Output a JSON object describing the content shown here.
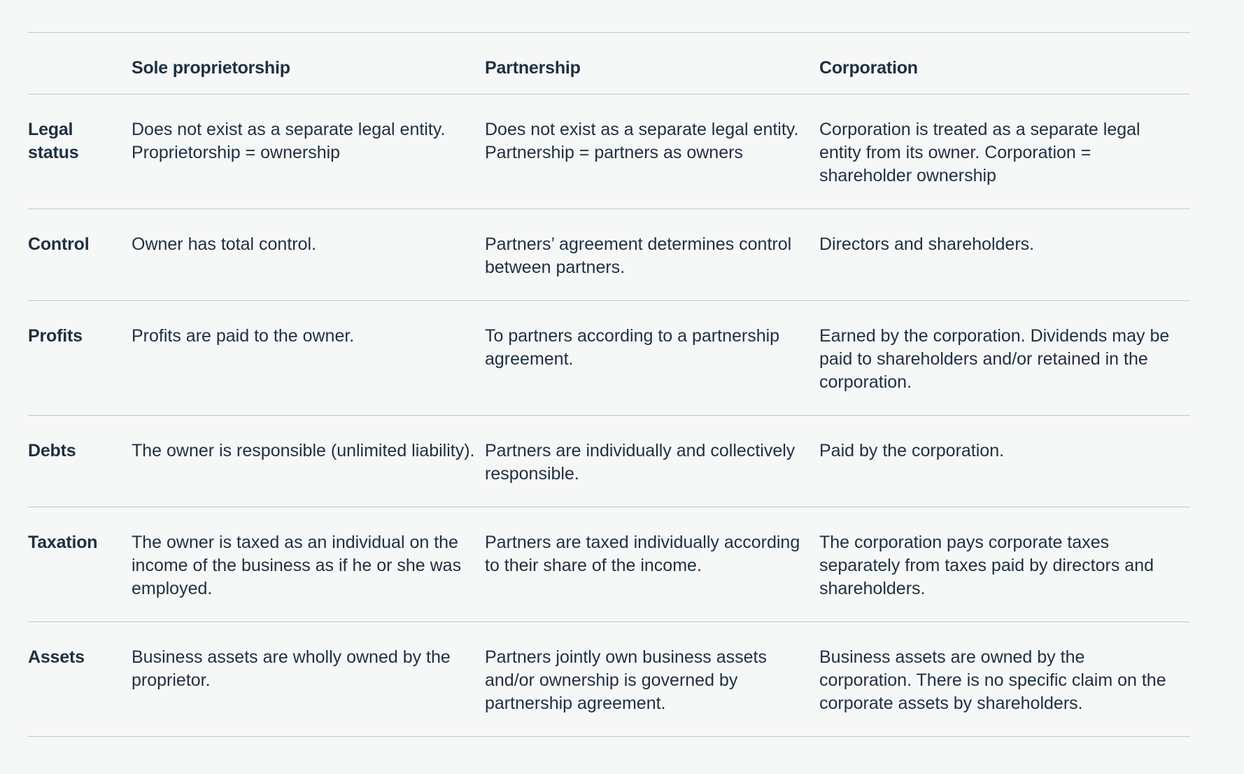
{
  "columns": [
    "",
    "Sole proprietorship",
    "Partnership",
    "Corporation"
  ],
  "rows": [
    {
      "label": "Legal status",
      "cells": [
        "Does not exist as a separate legal entity. Proprietorship = ownership",
        "Does not exist as a separate legal entity. Partnership = partners as owners",
        "Corporation is treated as a separate legal entity from its owner. Corporation = shareholder ownership"
      ]
    },
    {
      "label": "Control",
      "cells": [
        "Owner has total control.",
        "Partners’ agreement determines control between partners.",
        "Directors and shareholders."
      ]
    },
    {
      "label": "Profits",
      "cells": [
        "Profits are paid to the owner.",
        "To partners according to a partnership agreement.",
        "Earned by the corporation. Dividends may be paid to shareholders and/or retained in the corporation."
      ]
    },
    {
      "label": "Debts",
      "cells": [
        "The owner is responsible (unlimited liability).",
        "Partners are individually and collectively responsible.",
        "Paid by the corporation."
      ]
    },
    {
      "label": "Taxation",
      "cells": [
        "The owner is taxed as an individual on the income of the business as if he or she was employed.",
        "Partners are taxed individually according to their share of the income.",
        "The corporation pays corporate taxes separately from taxes paid by directors and shareholders."
      ]
    },
    {
      "label": "Assets",
      "cells": [
        "Business assets are wholly owned by the proprietor.",
        "Partners jointly own business assets and/or ownership is governed by partnership agreement.",
        "Business assets are owned by the corporation. There is no specific claim on the corporate assets by shareholders."
      ]
    }
  ]
}
